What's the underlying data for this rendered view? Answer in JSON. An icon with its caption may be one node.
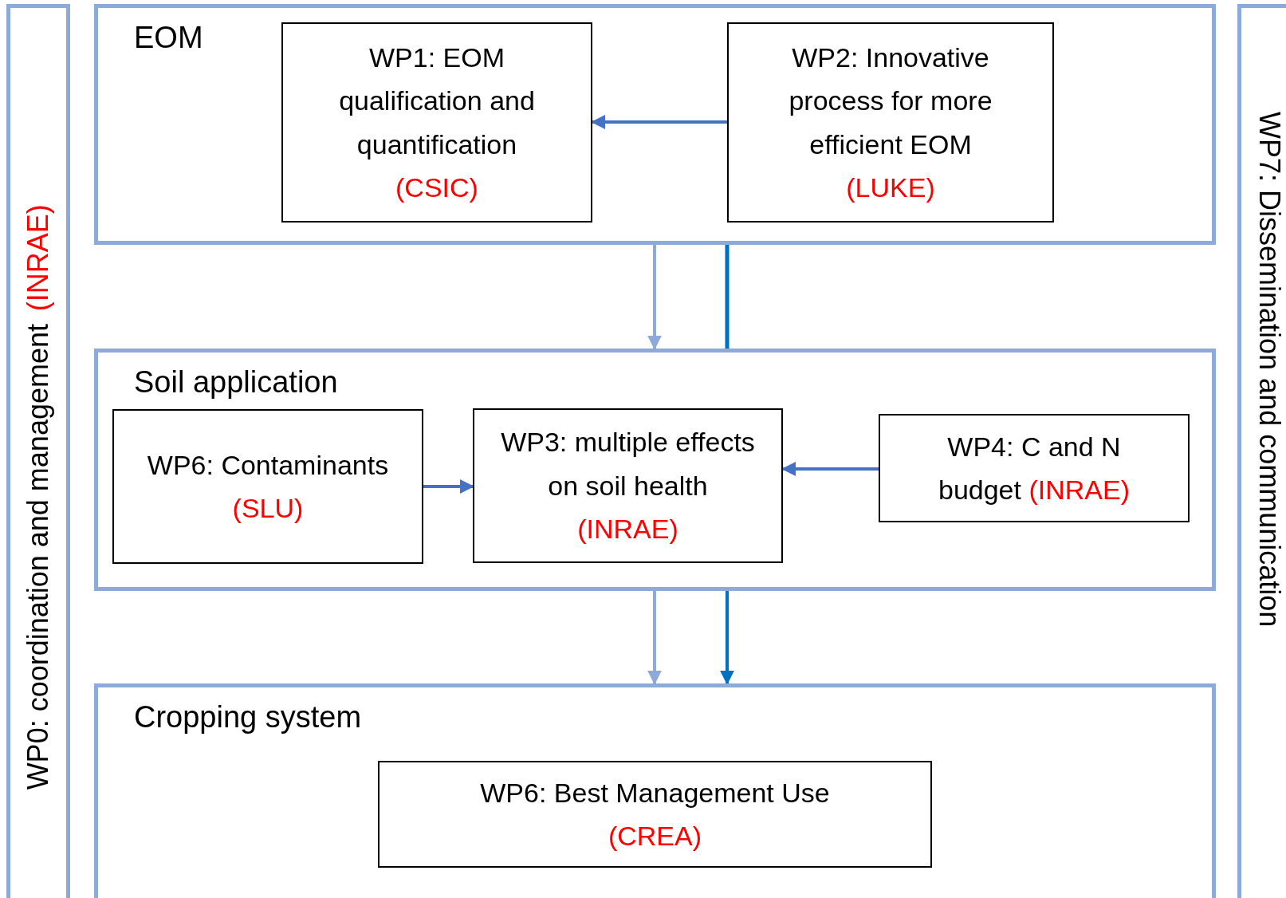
{
  "diagram": {
    "nodes": [
      {
        "text": [
          "WP0: coordination and management",
          "(INRAE)"
        ]
      },
      {
        "text": [
          "EOM"
        ]
      },
      {
        "text": [
          "WP1: EOM qualification and quantification",
          "(CSIC)"
        ],
        "in": 1
      },
      {
        "text": [
          "WP2: Innovative process for more efficient EOM",
          "(LUKE)"
        ],
        "in": 1
      },
      {
        "text": [
          "Soil application"
        ]
      },
      {
        "text": [
          "WP6: Contaminants",
          "(SLU)"
        ],
        "in": 4
      },
      {
        "text": [
          "WP3: multiple effects on soil health",
          "(INRAE)"
        ],
        "in": 4
      },
      {
        "text": [
          "WP4: C and N budget",
          "(INRAE)"
        ],
        "in": 4
      },
      {
        "text": [
          "Cropping system"
        ]
      },
      {
        "text": [
          "WP6: Best Management Use",
          "(CREA)"
        ],
        "in": 8
      },
      {
        "text": [
          "WP7: Dissemination and communication"
        ]
      }
    ],
    "edges": [
      {
        "from": 3,
        "to": 2,
        "arrow": "to",
        "color": "#4472c4"
      },
      {
        "from": 1,
        "to": 4,
        "arrow": "to",
        "color": "#8eaadb"
      },
      {
        "from": 1,
        "to": 4,
        "arrow": "none",
        "color": "#0070c0"
      },
      {
        "from": 5,
        "to": 6,
        "arrow": "to",
        "color": "#4472c4"
      },
      {
        "from": 7,
        "to": 6,
        "arrow": "to",
        "color": "#4472c4"
      },
      {
        "from": 4,
        "to": 8,
        "arrow": "to",
        "color": "#8eaadb"
      },
      {
        "from": 4,
        "to": 8,
        "arrow": "to",
        "color": "#0070c0"
      }
    ]
  }
}
